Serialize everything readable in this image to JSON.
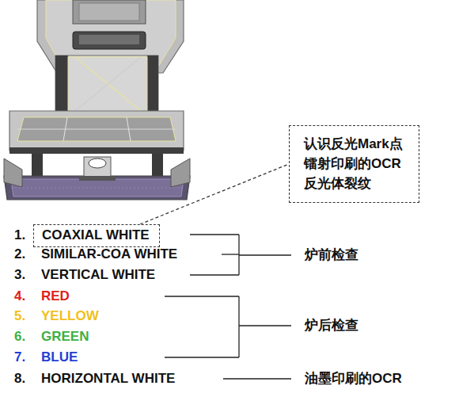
{
  "diagram": {
    "nodes": [
      {
        "text": [
          "认识反光Mark点",
          "镭射印刷的OCR",
          "反光体裂纹"
        ]
      },
      {
        "text": [
          "COAXIAL WHITE"
        ]
      }
    ],
    "edges": [
      {
        "from": 1,
        "to": 0,
        "arrow": "none"
      }
    ],
    "labels": [
      "1.",
      "2.",
      "SIMILAR-COA WHITE",
      "3.",
      "VERTICAL WHITE",
      "4.",
      "RED",
      "5.",
      "YELLOW",
      "6.",
      "GREEN",
      "7.",
      "BLUE",
      "8.",
      "HORIZONTAL WHITE",
      "炉前检查",
      "炉后检查",
      "油墨印刷的OCR"
    ]
  }
}
